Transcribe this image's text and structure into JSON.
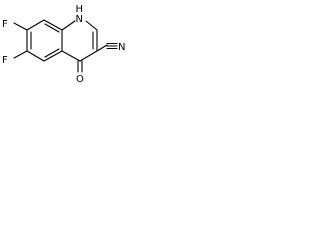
{
  "molecule": {
    "atoms": {
      "f_top": "F",
      "f_bottom": "F",
      "nh": "N",
      "nh_h": "H",
      "nitrile_n": "N",
      "carbonyl_o": "O"
    },
    "colors": {
      "bond": "#000000",
      "label": "#000000",
      "background": "#ffffff"
    }
  }
}
